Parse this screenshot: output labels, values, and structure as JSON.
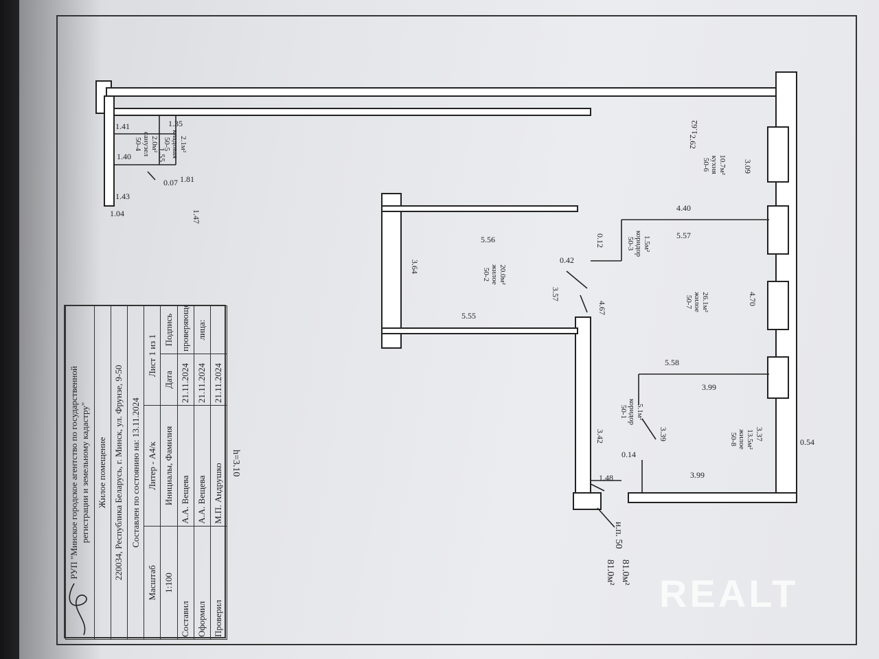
{
  "plan": {
    "rooms": [
      {
        "id": "r-50-6",
        "lines": [
          "50-6",
          "кухня",
          "10.7м²"
        ]
      },
      {
        "id": "r-50-5",
        "lines": [
          "50-5",
          "кладовая",
          "2.1м²"
        ]
      },
      {
        "id": "r-50-4",
        "lines": [
          "50-4",
          "санузел",
          "2.0м²"
        ]
      },
      {
        "id": "r-50-3",
        "lines": [
          "50-3",
          "коридор",
          "1.5м²"
        ]
      },
      {
        "id": "r-50-2",
        "lines": [
          "50-2",
          "жилое",
          "20.0м²"
        ]
      },
      {
        "id": "r-50-7",
        "lines": [
          "50-7",
          "жилое",
          "26.1м²"
        ]
      },
      {
        "id": "r-50-1",
        "lines": [
          "50-1",
          "коридор",
          "5.1м²"
        ]
      },
      {
        "id": "r-50-8",
        "lines": [
          "50-8",
          "жилое",
          "13.5м²"
        ]
      }
    ],
    "dimensions": [
      "3.09",
      "2.62",
      "1.62",
      "1.35",
      "1.41",
      "1.55",
      "1.40",
      "1.81",
      "0.07",
      "1.47",
      "1.43",
      "1.04",
      "0.12",
      "4.40",
      "5.56",
      "5.57",
      "0.42",
      "3.64",
      "4.70",
      "3.57",
      "4.67",
      "5.55",
      "5.58",
      "3.99",
      "3.39",
      "3.37",
      "3.42",
      "0.14",
      "0.54",
      "1.48",
      "3.99"
    ],
    "height": "h=3.10",
    "apartment": "и.п. 50",
    "area_total": "81.0м²",
    "area_living": "81.0м²"
  },
  "title_block": {
    "org": "РУП \"Минское городское агентство по государственной",
    "org2": "регистрации и земельному кадастру\"",
    "object": "Жилое помещение",
    "address": "220034, Республика Беларусь, г. Минск, ул. Фрунзе, 9-50",
    "state": "Составлен по состоянию на: 13.11.2024",
    "scale_label": "Масштаб",
    "liter": "Литер - А4/к",
    "sheet": "Лист 1 из 1",
    "scale": "1:100",
    "col_name": "Инициалы, Фамилия",
    "col_date": "Дата",
    "col_sign": "Подпись",
    "col_sign2": "проверяющего",
    "col_sign3": "лица:",
    "rows": [
      {
        "role": "Составил",
        "name": "А.А. Вещева",
        "date": "21.11.2024"
      },
      {
        "role": "Оформил",
        "name": "А.А. Вещева",
        "date": "21.11.2024"
      },
      {
        "role": "Проверил",
        "name": "М.П. Андрушко",
        "date": "21.11.2024"
      }
    ]
  },
  "watermark": "REALT"
}
